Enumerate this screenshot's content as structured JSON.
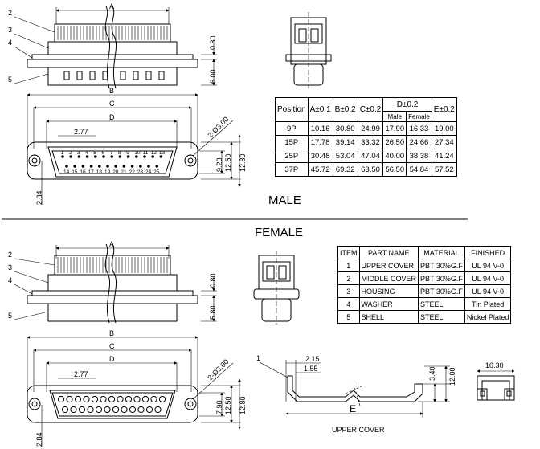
{
  "labels": {
    "male": "MALE",
    "female": "FEMALE",
    "upper_cover": "UPPER COVER"
  },
  "dims": {
    "A": "A",
    "B": "B",
    "C": "C",
    "D": "D",
    "E": "E",
    "p277": "2.77",
    "p80": "0.80",
    "p600": "6.00",
    "p580": "5.80",
    "p920": "9.20",
    "p790": "7.90",
    "p1250": "12.50",
    "p1280": "12.80",
    "p284": "2.84",
    "hole_male": "2-Ø3.00",
    "hole_female": "2-Ø3.00",
    "p215": "2.15",
    "p155": "1.55",
    "p340": "3.40",
    "p1200": "12.00",
    "p1030": "10.30"
  },
  "callouts": [
    "2",
    "3",
    "4",
    "5"
  ],
  "callout_cover": "1",
  "pins_top": [
    "1",
    "2",
    "3",
    "4",
    "5",
    "6",
    "7",
    "8",
    "9",
    "10",
    "11",
    "12",
    "13"
  ],
  "pins_bottom": [
    "14",
    "15",
    "16",
    "17",
    "18",
    "19",
    "20",
    "21",
    "22",
    "23",
    "24",
    "25"
  ],
  "dim_table": {
    "h_position": "Position",
    "h_a": "A±0.1",
    "h_b": "B±0.2",
    "h_c": "C±0.2",
    "h_d": "D±0.2",
    "h_e": "E±0.2",
    "h_male": "Male",
    "h_female": "Female",
    "rows": [
      [
        "9P",
        "10.16",
        "30.80",
        "24.99",
        "17.90",
        "16.33",
        "19.00"
      ],
      [
        "15P",
        "17.78",
        "39.14",
        "33.32",
        "26.50",
        "24.66",
        "27.34"
      ],
      [
        "25P",
        "30.48",
        "53.04",
        "47.04",
        "40.00",
        "38.38",
        "41.24"
      ],
      [
        "37P",
        "45.72",
        "69.32",
        "63.50",
        "56.50",
        "54.84",
        "57.52"
      ]
    ]
  },
  "bom_table": {
    "headers": [
      "ITEM",
      "PART NAME",
      "MATERIAL",
      "FINISHED"
    ],
    "rows": [
      [
        "1",
        "UPPER COVER",
        "PBT 30%G.F",
        "UL 94 V-0"
      ],
      [
        "2",
        "MIDDLE COVER",
        "PBT 30%G.F",
        "UL 94 V-0"
      ],
      [
        "3",
        "HOUSING",
        "PBT 30%G.F",
        "UL 94 V-0"
      ],
      [
        "4",
        "WASHER",
        "STEEL",
        "Tin Plated"
      ],
      [
        "5",
        "SHELL",
        "STEEL",
        "Nickel Plated"
      ]
    ]
  }
}
